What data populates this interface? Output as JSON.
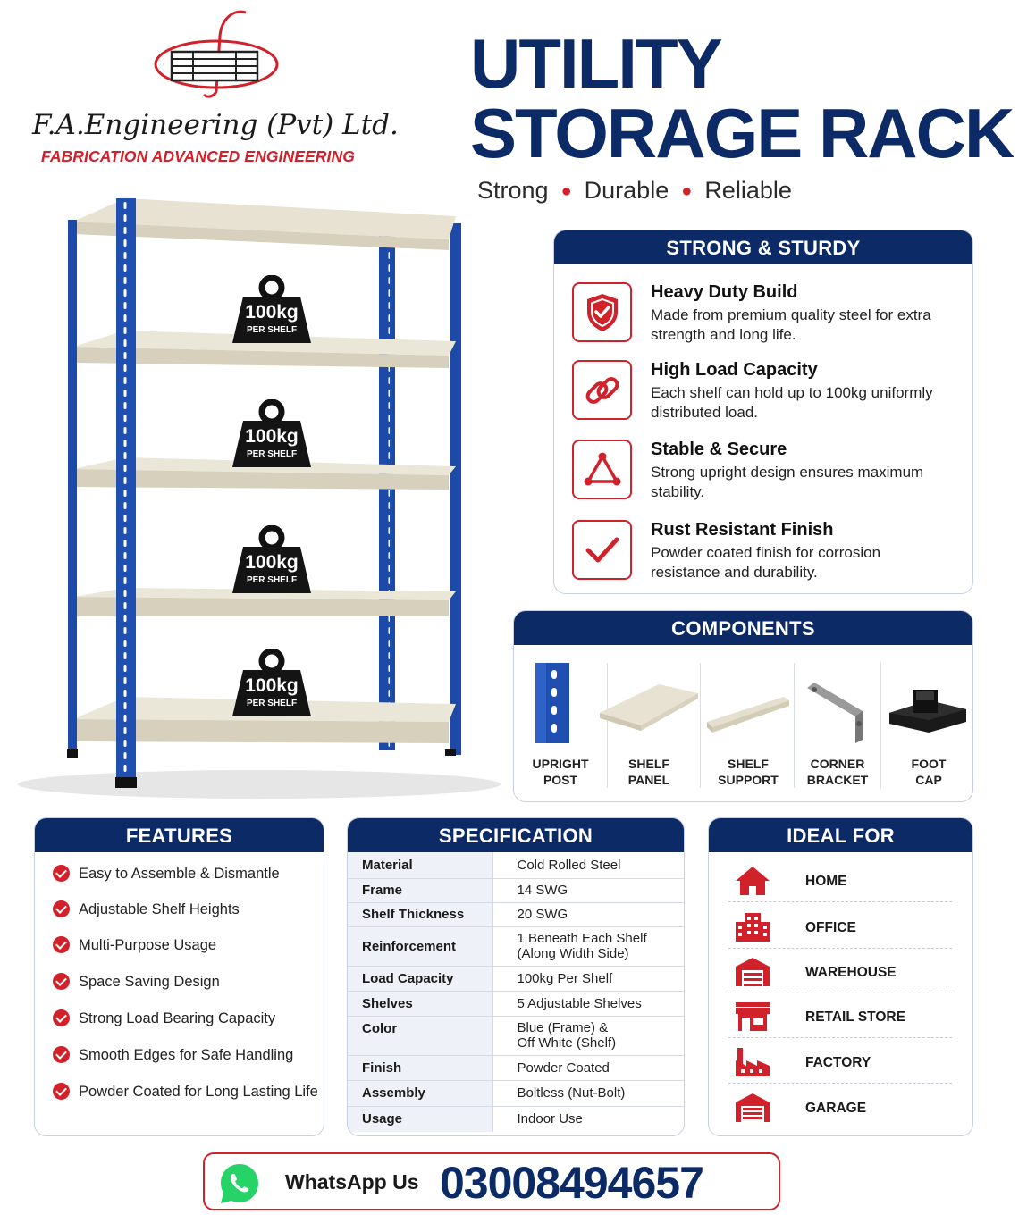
{
  "brand": {
    "company": "F.A.Engineering (Pvt) Ltd.",
    "tagline": "FABRICATION ADVANCED ENGINEERING"
  },
  "title": {
    "line1": "UTILITY",
    "line2": "STORAGE RACK",
    "qualities": [
      "Strong",
      "Durable",
      "Reliable"
    ]
  },
  "rack_badges": [
    {
      "weight": "100kg",
      "unit": "PER SHELF"
    },
    {
      "weight": "100kg",
      "unit": "PER SHELF"
    },
    {
      "weight": "100kg",
      "unit": "PER SHELF"
    },
    {
      "weight": "100kg",
      "unit": "PER SHELF"
    }
  ],
  "sturdy": {
    "heading": "STRONG & STURDY",
    "items": [
      {
        "icon": "shield-check-icon",
        "title": "Heavy Duty Build",
        "desc": "Made from premium quality steel for extra strength and long life."
      },
      {
        "icon": "chain-link-icon",
        "title": "High Load Capacity",
        "desc": "Each shelf can hold up to 100kg uniformly distributed load."
      },
      {
        "icon": "triangle-nodes-icon",
        "title": "Stable & Secure",
        "desc": "Strong upright design ensures maximum stability."
      },
      {
        "icon": "checkmark-icon",
        "title": "Rust Resistant Finish",
        "desc": "Powder coated finish for corrosion resistance and durability."
      }
    ]
  },
  "components": {
    "heading": "COMPONENTS",
    "items": [
      {
        "line1": "UPRIGHT",
        "line2": "POST"
      },
      {
        "line1": "SHELF",
        "line2": "PANEL"
      },
      {
        "line1": "SHELF",
        "line2": "SUPPORT"
      },
      {
        "line1": "CORNER",
        "line2": "BRACKET"
      },
      {
        "line1": "FOOT",
        "line2": "CAP"
      }
    ]
  },
  "features": {
    "heading": "FEATURES",
    "items": [
      "Easy to Assemble & Dismantle",
      "Adjustable Shelf Heights",
      "Multi-Purpose Usage",
      "Space Saving Design",
      "Strong Load Bearing Capacity",
      "Smooth Edges for Safe Handling",
      "Powder Coated for Long Lasting Life"
    ]
  },
  "specification": {
    "heading": "SPECIFICATION",
    "rows": [
      {
        "key": "Material",
        "value": "Cold Rolled Steel"
      },
      {
        "key": "Frame",
        "value": "14 SWG"
      },
      {
        "key": "Shelf Thickness",
        "value": "20 SWG"
      },
      {
        "key": "Reinforcement",
        "value": "1 Beneath Each Shelf",
        "value2": "(Along Width Side)"
      },
      {
        "key": "Load Capacity",
        "value": "100kg Per Shelf"
      },
      {
        "key": "Shelves",
        "value": "5 Adjustable Shelves"
      },
      {
        "key": "Color",
        "value": "Blue (Frame) &",
        "value2": "Off White (Shelf)"
      },
      {
        "key": "Finish",
        "value": "Powder Coated"
      },
      {
        "key": "Assembly",
        "value": "Boltless (Nut-Bolt)"
      },
      {
        "key": "Usage",
        "value": "Indoor Use"
      }
    ]
  },
  "ideal_for": {
    "heading": "IDEAL FOR",
    "items": [
      {
        "icon": "home-icon",
        "label": "HOME"
      },
      {
        "icon": "office-building-icon",
        "label": "OFFICE"
      },
      {
        "icon": "warehouse-icon",
        "label": "WAREHOUSE"
      },
      {
        "icon": "retail-store-icon",
        "label": "RETAIL STORE"
      },
      {
        "icon": "factory-icon",
        "label": "FACTORY"
      },
      {
        "icon": "garage-icon",
        "label": "GARAGE"
      }
    ]
  },
  "contact": {
    "label": "WhatsApp Us",
    "number": "03008494657"
  },
  "colors": {
    "navy": "#0b2a66",
    "red": "#d1212b",
    "rack_blue": "#1f4fb0",
    "shelf_beige": "#e8e4d6"
  }
}
